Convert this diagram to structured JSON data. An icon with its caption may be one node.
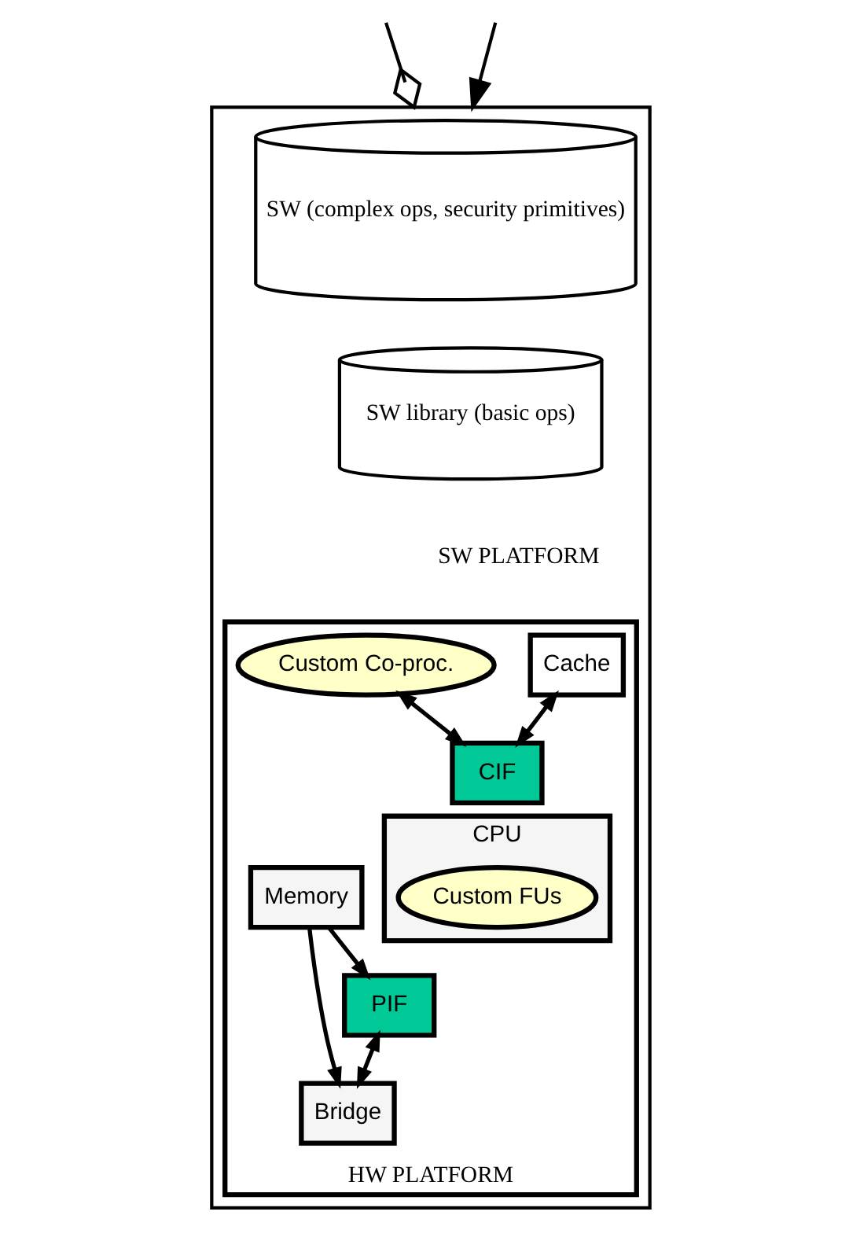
{
  "diagram": {
    "nodes": [
      {
        "text": [],
        "shape": "box"
      },
      {
        "text": [
          "SW (complex ops, security primitives)"
        ],
        "in": 0
      },
      {
        "text": [
          "SW library (basic ops)"
        ],
        "in": 0
      },
      {
        "text": [
          "HW PLATFORM"
        ],
        "in": 0
      },
      {
        "text": [
          "Cache"
        ],
        "in": 3
      },
      {
        "text": [
          "CPU"
        ],
        "in": 3
      },
      {
        "text": [
          "CIF"
        ],
        "in": 3
      },
      {
        "text": [
          "Custom FUs"
        ],
        "in": 5
      },
      {
        "text": [
          "PIF"
        ],
        "in": 3
      },
      {
        "text": [
          "Bridge"
        ],
        "in": 3
      },
      {
        "text": [
          "Custom Co-proc."
        ],
        "in": 3
      },
      {
        "text": [
          "Memory"
        ],
        "in": 3
      }
    ],
    "edges": [
      {
        "from": null,
        "to": 0,
        "arrow": "to"
      },
      {
        "from": null,
        "to": 0,
        "arrow": "other"
      },
      {
        "from": 4,
        "to": 6,
        "arrow": "both"
      },
      {
        "from": 10,
        "to": 6,
        "arrow": "both"
      },
      {
        "from": 8,
        "to": 9,
        "arrow": "both"
      },
      {
        "from": 11,
        "to": 8,
        "arrow": "to"
      },
      {
        "from": 11,
        "to": 9,
        "arrow": "to"
      }
    ],
    "labels": [
      "SW PLATFORM"
    ]
  }
}
